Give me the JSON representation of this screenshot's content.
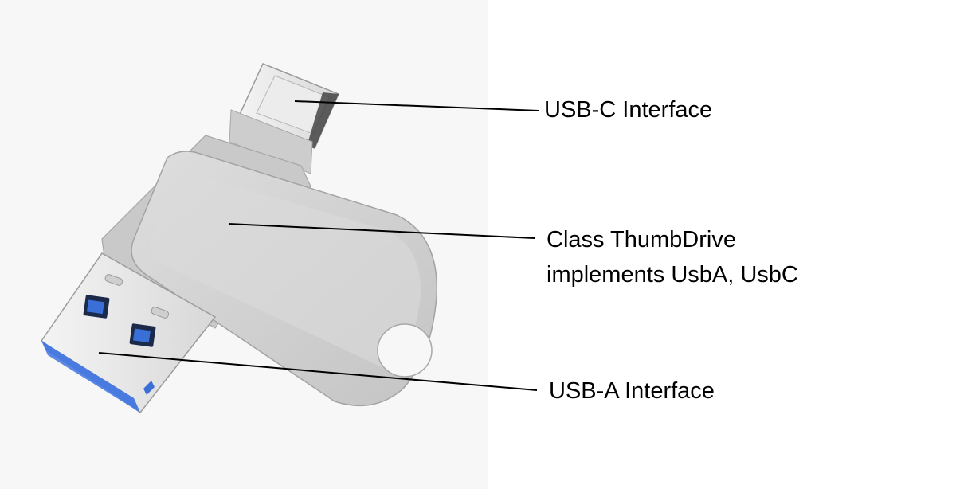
{
  "callouts": {
    "usb_c": {
      "label": "USB-C Interface"
    },
    "thumbdrive": {
      "line1": "Class ThumbDrive",
      "line2": "implements UsbA, UsbC"
    },
    "usb_a": {
      "label": "USB-A Interface"
    }
  },
  "colors": {
    "photo_background": "#f7f7f7",
    "metal": "#cfcfcf",
    "usb_a_insert": "#3b6fd8",
    "leader_line": "#000000"
  },
  "icons": [
    "usb-flash-drive-photo"
  ]
}
